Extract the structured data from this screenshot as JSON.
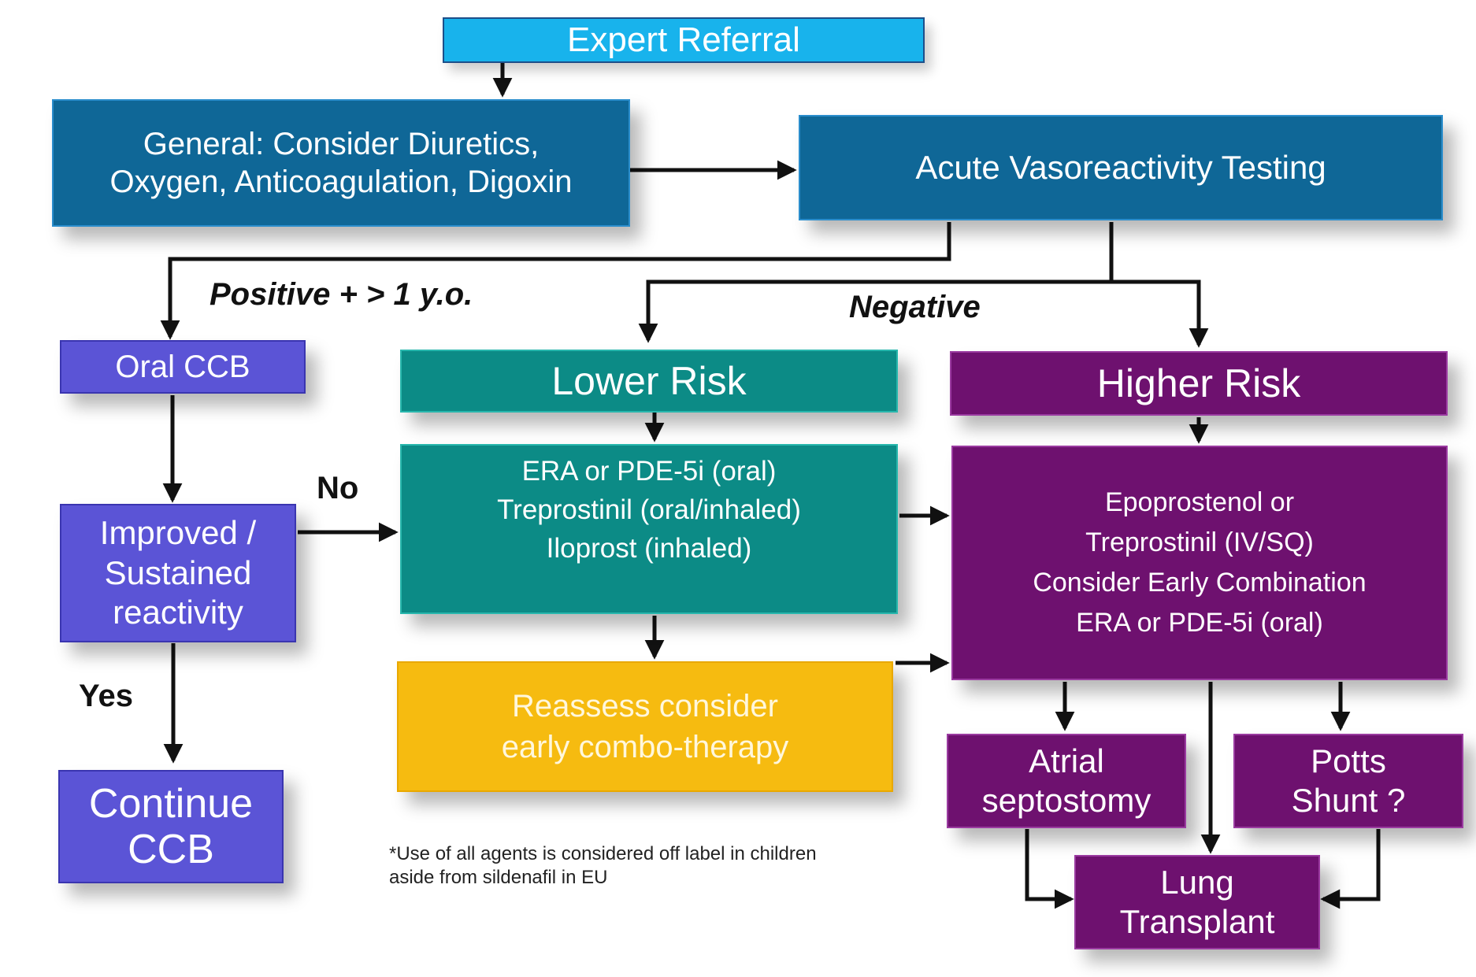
{
  "colors": {
    "referral": "#18b3ec",
    "general": "#0f6797",
    "ccb": "#5b54d6",
    "lower_risk": "#0c8b86",
    "higher_risk": "#6e116f",
    "reassess": "#f6bb10",
    "wire": "#111111"
  },
  "boxes": {
    "expert_referral": [
      "Expert Referral"
    ],
    "general": [
      "General: Consider Diuretics,",
      "Oxygen, Anticoagulation, Digoxin"
    ],
    "acute_testing": [
      "Acute Vasoreactivity Testing"
    ],
    "oral_ccb": [
      "Oral CCB"
    ],
    "improved": [
      "Improved /",
      "Sustained",
      "reactivity"
    ],
    "continue_ccb": [
      "Continue",
      "CCB"
    ],
    "lower_risk": [
      "Lower Risk"
    ],
    "lower_therapy": [
      "ERA or PDE-5i (oral)",
      "Treprostinil (oral/inhaled)",
      "Iloprost (inhaled)"
    ],
    "reassess": [
      "Reassess consider",
      "early combo-therapy"
    ],
    "higher_risk": [
      "Higher Risk"
    ],
    "higher_therapy": [
      "Epoprostenol  or",
      "Treprostinil (IV/SQ)",
      "Consider Early Combination",
      "ERA or PDE-5i (oral)"
    ],
    "atrial": [
      "Atrial",
      "septostomy"
    ],
    "potts": [
      "Potts",
      "Shunt ?"
    ],
    "lung": [
      "Lung",
      "Transplant"
    ]
  },
  "labels": {
    "positive": "Positive + > 1 y.o.",
    "negative": "Negative",
    "no": "No",
    "yes": "Yes"
  },
  "footnote": [
    "*Use of all agents is considered off label in children",
    "aside from sildenafil in EU"
  ]
}
